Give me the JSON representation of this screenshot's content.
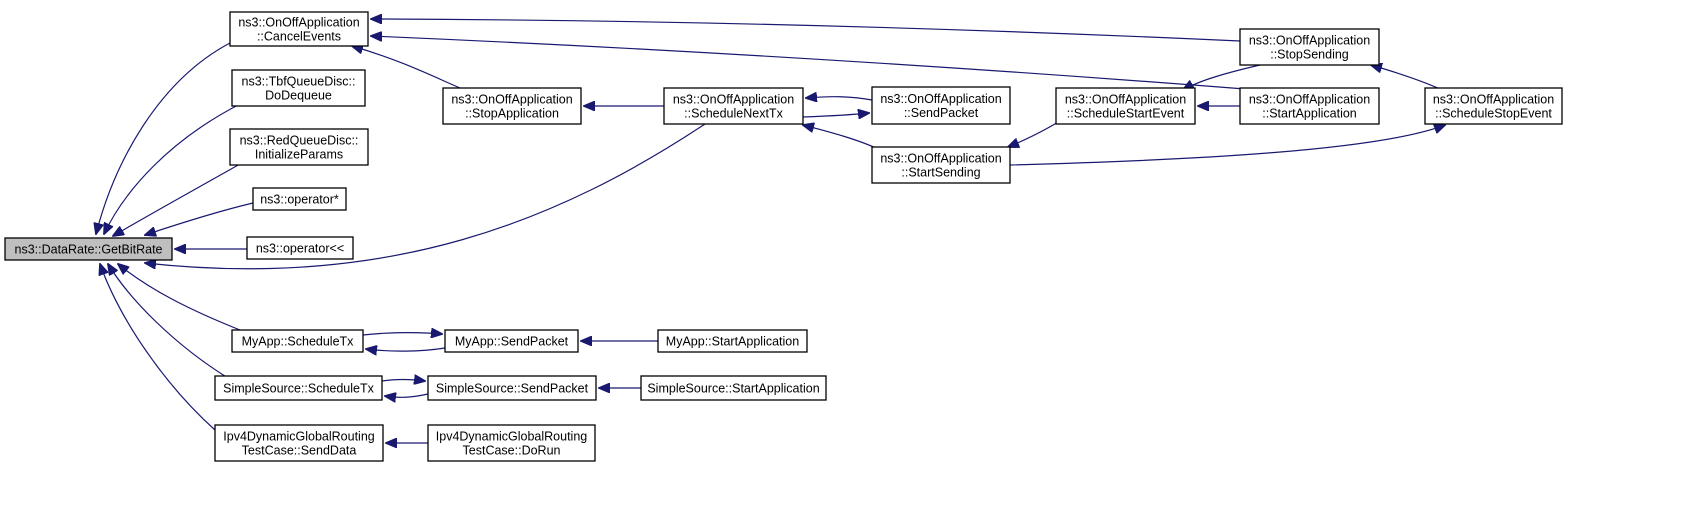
{
  "nodes": [
    {
      "id": "getbitrate",
      "lines": [
        "ns3::DataRate::GetBitRate"
      ],
      "root": true
    },
    {
      "id": "cancel_events",
      "lines": [
        "ns3::OnOffApplication",
        "::CancelEvents"
      ]
    },
    {
      "id": "tbf_dodequeue",
      "lines": [
        "ns3::TbfQueueDisc::",
        "DoDequeue"
      ]
    },
    {
      "id": "red_init",
      "lines": [
        "ns3::RedQueueDisc::",
        "InitializeParams"
      ]
    },
    {
      "id": "op_mul",
      "lines": [
        "ns3::operator*"
      ]
    },
    {
      "id": "op_shl",
      "lines": [
        "ns3::operator<<"
      ]
    },
    {
      "id": "myapp_scheduletx",
      "lines": [
        "MyApp::ScheduleTx"
      ]
    },
    {
      "id": "simple_scheduletx",
      "lines": [
        "SimpleSource::ScheduleTx"
      ]
    },
    {
      "id": "ipv4_senddata",
      "lines": [
        "Ipv4DynamicGlobalRouting",
        "TestCase::SendData"
      ]
    },
    {
      "id": "stop_application",
      "lines": [
        "ns3::OnOffApplication",
        "::StopApplication"
      ]
    },
    {
      "id": "schedule_next_tx",
      "lines": [
        "ns3::OnOffApplication",
        "::ScheduleNextTx"
      ]
    },
    {
      "id": "send_packet",
      "lines": [
        "ns3::OnOffApplication",
        "::SendPacket"
      ]
    },
    {
      "id": "start_sending",
      "lines": [
        "ns3::OnOffApplication",
        "::StartSending"
      ]
    },
    {
      "id": "schedule_start_event",
      "lines": [
        "ns3::OnOffApplication",
        "::ScheduleStartEvent"
      ]
    },
    {
      "id": "stop_sending",
      "lines": [
        "ns3::OnOffApplication",
        "::StopSending"
      ]
    },
    {
      "id": "start_application",
      "lines": [
        "ns3::OnOffApplication",
        "::StartApplication"
      ]
    },
    {
      "id": "schedule_stop_event",
      "lines": [
        "ns3::OnOffApplication",
        "::ScheduleStopEvent"
      ]
    },
    {
      "id": "myapp_sendpacket",
      "lines": [
        "MyApp::SendPacket"
      ]
    },
    {
      "id": "myapp_startapp",
      "lines": [
        "MyApp::StartApplication"
      ]
    },
    {
      "id": "simple_sendpacket",
      "lines": [
        "SimpleSource::SendPacket"
      ]
    },
    {
      "id": "simple_startapp",
      "lines": [
        "SimpleSource::StartApplication"
      ]
    },
    {
      "id": "ipv4_dorun",
      "lines": [
        "Ipv4DynamicGlobalRouting",
        "TestCase::DoRun"
      ]
    }
  ],
  "edges": [
    {
      "from": "cancel_events",
      "to": "getbitrate"
    },
    {
      "from": "tbf_dodequeue",
      "to": "getbitrate"
    },
    {
      "from": "red_init",
      "to": "getbitrate"
    },
    {
      "from": "op_mul",
      "to": "getbitrate"
    },
    {
      "from": "op_shl",
      "to": "getbitrate"
    },
    {
      "from": "schedule_next_tx",
      "to": "getbitrate"
    },
    {
      "from": "myapp_scheduletx",
      "to": "getbitrate"
    },
    {
      "from": "simple_scheduletx",
      "to": "getbitrate"
    },
    {
      "from": "ipv4_senddata",
      "to": "getbitrate"
    },
    {
      "from": "stop_application",
      "to": "cancel_events"
    },
    {
      "from": "stop_sending",
      "to": "cancel_events"
    },
    {
      "from": "start_application",
      "to": "cancel_events"
    },
    {
      "from": "schedule_next_tx",
      "to": "stop_application"
    },
    {
      "from": "send_packet",
      "to": "schedule_next_tx"
    },
    {
      "from": "schedule_next_tx",
      "to": "send_packet"
    },
    {
      "from": "start_sending",
      "to": "schedule_next_tx"
    },
    {
      "from": "schedule_start_event",
      "to": "start_sending"
    },
    {
      "from": "start_application",
      "to": "schedule_start_event"
    },
    {
      "from": "stop_sending",
      "to": "schedule_start_event"
    },
    {
      "from": "schedule_stop_event",
      "to": "stop_sending"
    },
    {
      "from": "start_sending",
      "to": "schedule_stop_event"
    },
    {
      "from": "myapp_sendpacket",
      "to": "myapp_scheduletx"
    },
    {
      "from": "myapp_scheduletx",
      "to": "myapp_sendpacket"
    },
    {
      "from": "myapp_startapp",
      "to": "myapp_sendpacket"
    },
    {
      "from": "simple_sendpacket",
      "to": "simple_scheduletx"
    },
    {
      "from": "simple_scheduletx",
      "to": "simple_sendpacket"
    },
    {
      "from": "simple_startapp",
      "to": "simple_sendpacket"
    },
    {
      "from": "ipv4_dorun",
      "to": "ipv4_senddata"
    }
  ],
  "colors": {
    "edge": "#191970",
    "root_fill": "#bfbfbf",
    "node_fill": "#ffffff",
    "node_stroke": "#000000"
  }
}
